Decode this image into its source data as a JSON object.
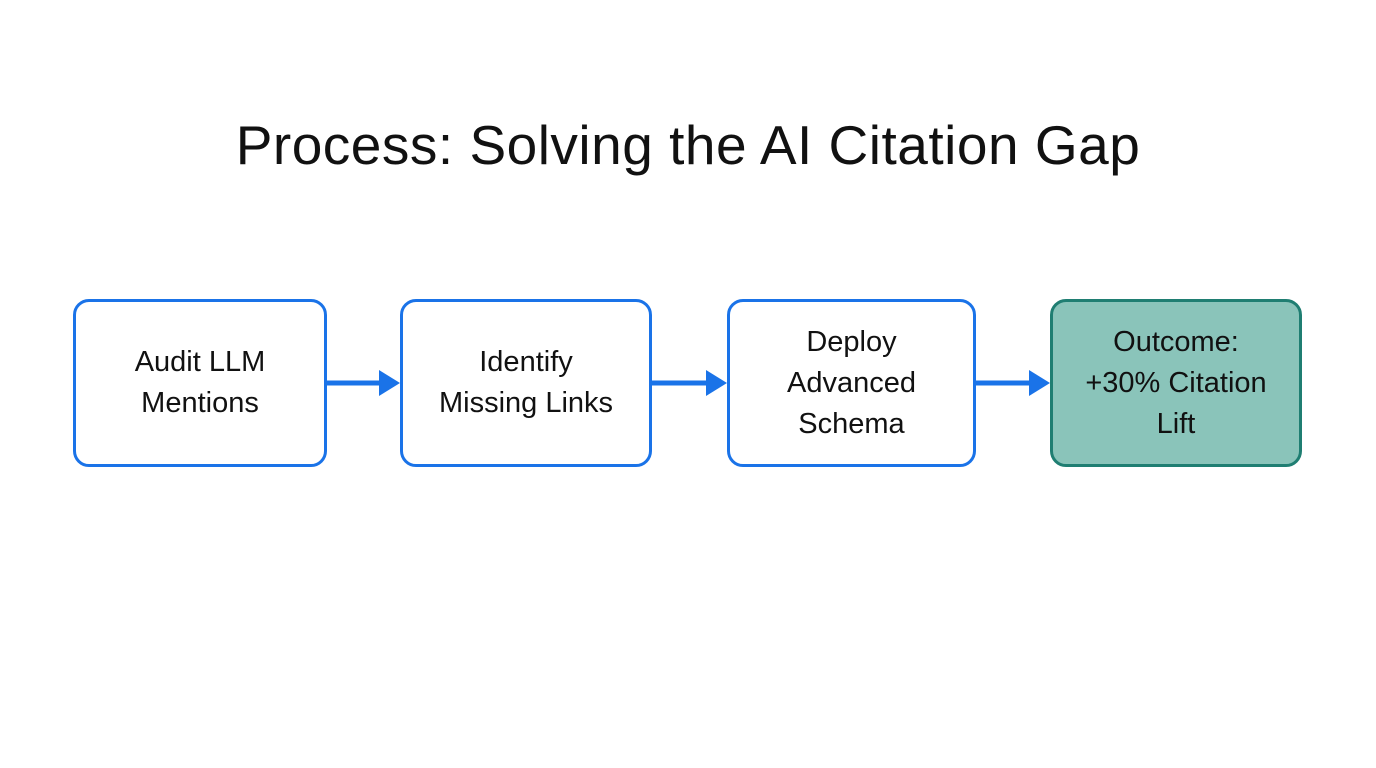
{
  "title": "Process: Solving the AI Citation Gap",
  "colors": {
    "background": "#ffffff",
    "step_border": "#1a73e8",
    "step_fill": "#ffffff",
    "arrow": "#1a73e8",
    "outcome_fill": "#8ac4ba",
    "outcome_border": "#1f7e72",
    "text": "#111111"
  },
  "flow": {
    "direction": "left-to-right",
    "connector_count": 3,
    "steps": [
      {
        "id": "audit-llm-mentions",
        "kind": "step",
        "label": "Audit LLM Mentions",
        "lines": [
          "Audit LLM",
          "Mentions"
        ]
      },
      {
        "id": "identify-missing-links",
        "kind": "step",
        "label": "Identify Missing Links",
        "lines": [
          "Identify",
          "Missing Links"
        ]
      },
      {
        "id": "deploy-advanced-schema",
        "kind": "step",
        "label": "Deploy Advanced Schema",
        "lines": [
          "Deploy",
          "Advanced",
          "Schema"
        ]
      },
      {
        "id": "outcome-citation-lift",
        "kind": "outcome",
        "label": "Outcome: +30% Citation Lift",
        "lines": [
          "Outcome:",
          "+30% Citation",
          "Lift"
        ]
      }
    ]
  }
}
